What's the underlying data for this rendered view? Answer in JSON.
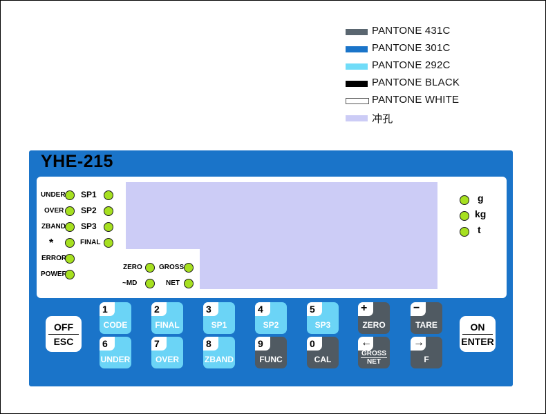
{
  "legend": [
    {
      "color": "#5a6670",
      "border": "none",
      "label": "PANTONE 431C"
    },
    {
      "color": "#1a74c9",
      "border": "none",
      "label": "PANTONE  301C"
    },
    {
      "color": "#70dcf8",
      "border": "none",
      "label": "PANTONE 292C"
    },
    {
      "color": "#000000",
      "border": "none",
      "label": "PANTONE BLACK"
    },
    {
      "color": "#ffffff",
      "border": "1px solid #555",
      "label": "PANTONE WHITE"
    },
    {
      "color": "#ccccf6",
      "border": "none",
      "label": "冲孔"
    }
  ],
  "panel": {
    "model": "YHE-215",
    "left_indicators": [
      "UNDER",
      "OVER",
      "ZBAND",
      "*",
      "ERROR",
      "POWER"
    ],
    "setpoint_indicators": [
      "SP1",
      "SP2",
      "SP3",
      "FINAL"
    ],
    "status_indicators": [
      "ZERO",
      "GROSS",
      "~MD",
      "NET"
    ],
    "units": [
      "g",
      "kg",
      "t"
    ],
    "keys_top": [
      {
        "digit": "1",
        "label": "CODE"
      },
      {
        "digit": "2",
        "label": "FINAL"
      },
      {
        "digit": "3",
        "label": "SP1"
      },
      {
        "digit": "4",
        "label": "SP2"
      },
      {
        "digit": "5",
        "label": "SP3"
      },
      {
        "digit": "+",
        "label": "ZERO"
      },
      {
        "digit": "−",
        "label": "TARE"
      }
    ],
    "keys_bottom": [
      {
        "digit": "6",
        "label": "UNDER"
      },
      {
        "digit": "7",
        "label": "OVER"
      },
      {
        "digit": "8",
        "label": "ZBAND"
      },
      {
        "digit": "9",
        "label": "FUNC"
      },
      {
        "digit": "0",
        "label": "CAL"
      },
      {
        "digit": "←",
        "label_top": "GROSS",
        "label_bottom": "NET"
      },
      {
        "digit": "→",
        "label": "F"
      }
    ],
    "off_esc": {
      "top": "OFF",
      "bottom": "ESC"
    },
    "on_enter": {
      "top": "ON",
      "bottom": "ENTER"
    }
  },
  "colors": {
    "panel_blue": "#1a74c9",
    "key_light": "#6bd4f6",
    "key_dark": "#505a62",
    "window": "#ccccf6",
    "led": "#a6e020"
  }
}
